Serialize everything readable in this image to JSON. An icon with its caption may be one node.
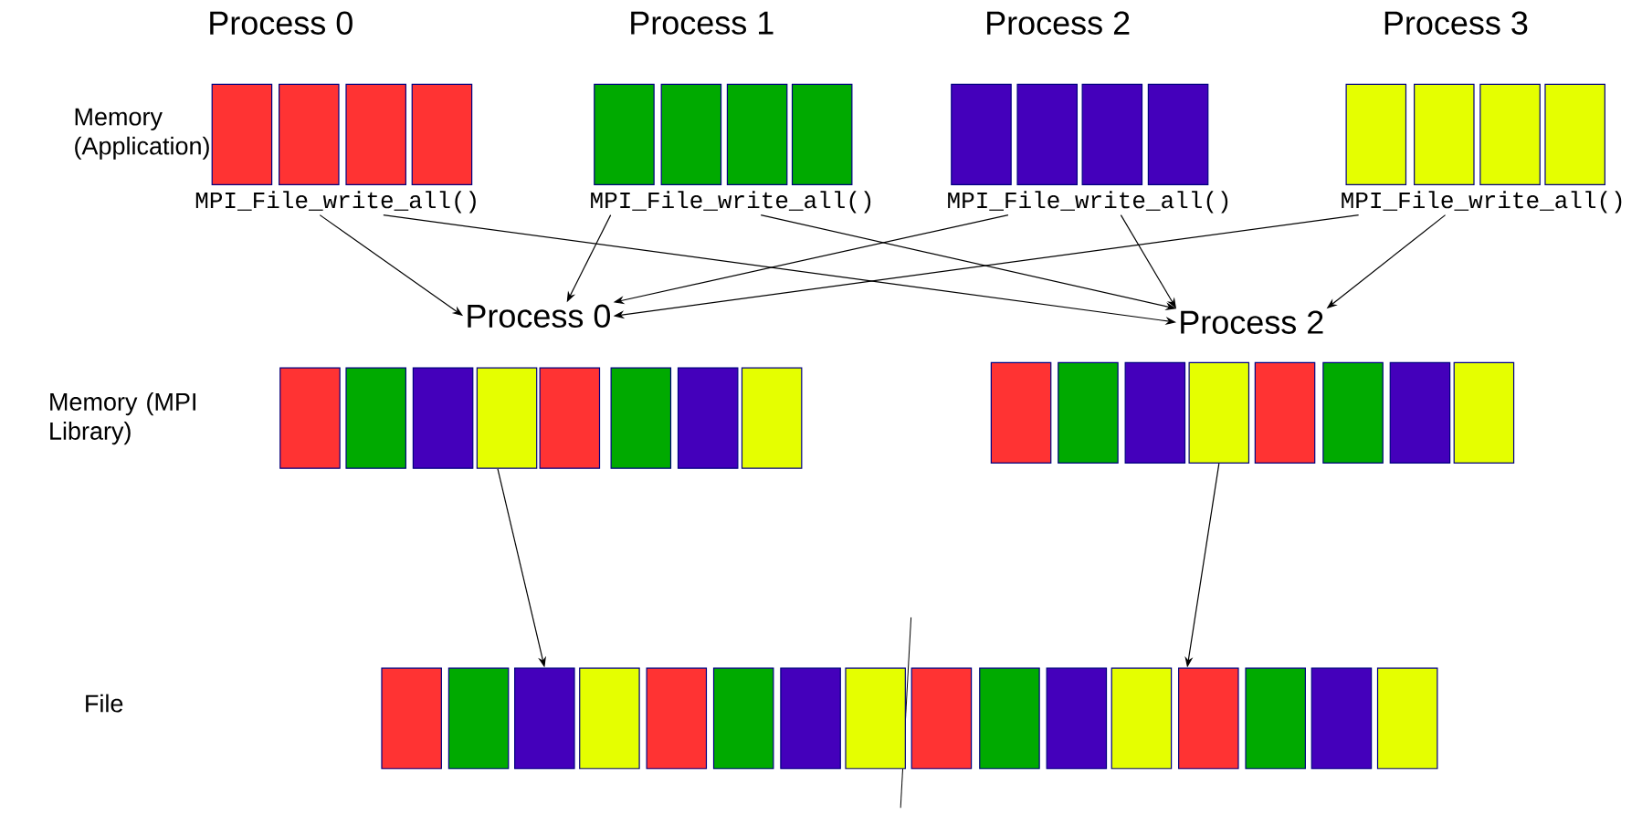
{
  "diagram": {
    "nodes": [
      {
        "text": [],
        "shape": "box"
      },
      {
        "text": [],
        "shape": "box"
      },
      {
        "text": [],
        "shape": "box"
      },
      {
        "text": [],
        "shape": "box"
      },
      {
        "text": [],
        "shape": "box"
      },
      {
        "text": [],
        "shape": "box"
      },
      {
        "text": [],
        "shape": "box"
      },
      {
        "text": [],
        "shape": "box"
      },
      {
        "text": [],
        "shape": "box"
      },
      {
        "text": [],
        "shape": "box"
      },
      {
        "text": [],
        "shape": "box"
      },
      {
        "text": [],
        "shape": "box"
      },
      {
        "text": [],
        "shape": "box"
      },
      {
        "text": [],
        "shape": "box"
      },
      {
        "text": [],
        "shape": "box"
      },
      {
        "text": [],
        "shape": "box"
      },
      {
        "text": [
          "MPI_File_write_all()"
        ]
      },
      {
        "text": [
          "MPI_File_write_all()"
        ]
      },
      {
        "text": [
          "MPI_File_write_all()"
        ]
      },
      {
        "text": [
          "MPI_File_write_all()"
        ]
      },
      {
        "text": [
          "Process 0"
        ]
      },
      {
        "text": [
          "Process 2"
        ]
      },
      {
        "text": [],
        "shape": "box"
      },
      {
        "text": [],
        "shape": "box"
      },
      {
        "text": [],
        "shape": "box"
      },
      {
        "text": [],
        "shape": "box"
      },
      {
        "text": [],
        "shape": "box"
      },
      {
        "text": [],
        "shape": "box"
      },
      {
        "text": [],
        "shape": "box"
      },
      {
        "text": [],
        "shape": "box"
      },
      {
        "text": [],
        "shape": "box"
      },
      {
        "text": [],
        "shape": "box"
      },
      {
        "text": [],
        "shape": "box"
      },
      {
        "text": [],
        "shape": "box"
      },
      {
        "text": [],
        "shape": "box"
      },
      {
        "text": [],
        "shape": "box"
      },
      {
        "text": [],
        "shape": "box"
      },
      {
        "text": [],
        "shape": "box"
      },
      {
        "text": [],
        "shape": "box"
      },
      {
        "text": [],
        "shape": "box"
      },
      {
        "text": [],
        "shape": "box"
      },
      {
        "text": [],
        "shape": "box"
      },
      {
        "text": [],
        "shape": "box"
      },
      {
        "text": [],
        "shape": "box"
      },
      {
        "text": [],
        "shape": "box"
      },
      {
        "text": [],
        "shape": "box"
      },
      {
        "text": [],
        "shape": "box"
      },
      {
        "text": [],
        "shape": "box"
      },
      {
        "text": [],
        "shape": "box"
      },
      {
        "text": [],
        "shape": "box"
      },
      {
        "text": [],
        "shape": "box"
      },
      {
        "text": [],
        "shape": "box"
      },
      {
        "text": [],
        "shape": "box"
      },
      {
        "text": [],
        "shape": "box"
      }
    ],
    "edges": [
      {
        "from": 16,
        "to": 20,
        "arrow": "to"
      },
      {
        "from": 16,
        "to": 21,
        "arrow": "to"
      },
      {
        "from": 17,
        "to": 20,
        "arrow": "to"
      },
      {
        "from": 17,
        "to": 21,
        "arrow": "to"
      },
      {
        "from": 18,
        "to": 20,
        "arrow": "to"
      },
      {
        "from": 18,
        "to": 21,
        "arrow": "to"
      },
      {
        "from": 19,
        "to": 20,
        "arrow": "to"
      },
      {
        "from": 19,
        "to": 21,
        "arrow": "to"
      },
      {
        "from": 25,
        "to": 40,
        "arrow": "to"
      },
      {
        "from": 33,
        "to": 50,
        "arrow": "to"
      }
    ],
    "labels": [
      "Process 0",
      "Process 1",
      "Process 2",
      "Process 3",
      "Memory (Application)",
      "Memory (MPI Library)",
      "File"
    ]
  }
}
